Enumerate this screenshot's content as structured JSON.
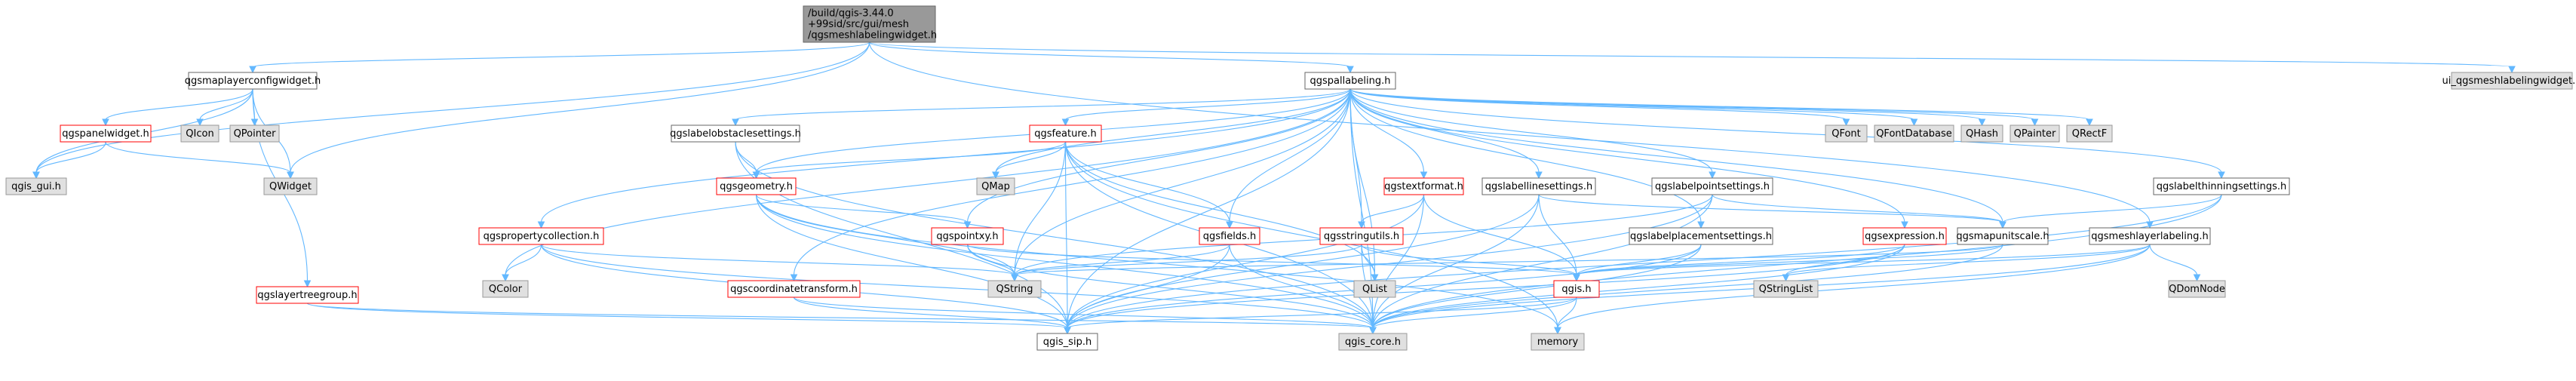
{
  "colors": {
    "root_fill": "#999999",
    "root_stroke": "#666666",
    "normal_fill": "#ffffff",
    "normal_stroke": "#666666",
    "red_stroke": "#ff0000",
    "grey_fill": "#e0e0e0",
    "grey_stroke": "#999999",
    "edge": "#63b8ff"
  },
  "nodes": {
    "root": {
      "lines": [
        "/build/qgis-3.44.0",
        "+99sid/src/gui/mesh",
        "/qgsmeshlabelingwidget.h"
      ],
      "kind": "root"
    },
    "qgsmaplayerconfigwidget": {
      "lines": [
        "qgsmaplayerconfigwidget.h"
      ],
      "kind": "normal"
    },
    "qgspallabeling": {
      "lines": [
        "qgspallabeling.h"
      ],
      "kind": "normal"
    },
    "ui_qgsmeshlabelingwidget": {
      "lines": [
        "ui_qgsmeshlabelingwidget.h"
      ],
      "kind": "grey"
    },
    "qgspanelwidget": {
      "lines": [
        "qgspanelwidget.h"
      ],
      "kind": "red"
    },
    "qicon": {
      "lines": [
        "QIcon"
      ],
      "kind": "grey"
    },
    "qpointer": {
      "lines": [
        "QPointer"
      ],
      "kind": "grey"
    },
    "qgis_gui": {
      "lines": [
        "qgis_gui.h"
      ],
      "kind": "grey"
    },
    "qwidget": {
      "lines": [
        "QWidget"
      ],
      "kind": "grey"
    },
    "qgslayertreegroup": {
      "lines": [
        "qgslayertreegroup.h"
      ],
      "kind": "red"
    },
    "qgspropertycollection": {
      "lines": [
        "qgspropertycollection.h"
      ],
      "kind": "red"
    },
    "qcolor": {
      "lines": [
        "QColor"
      ],
      "kind": "grey"
    },
    "qgslabelobstaclesettings": {
      "lines": [
        "qgslabelobstaclesettings.h"
      ],
      "kind": "normal"
    },
    "qgsgeometry": {
      "lines": [
        "qgsgeometry.h"
      ],
      "kind": "red"
    },
    "qgsfeature": {
      "lines": [
        "qgsfeature.h"
      ],
      "kind": "red"
    },
    "qmap": {
      "lines": [
        "QMap"
      ],
      "kind": "grey"
    },
    "qgspointxy": {
      "lines": [
        "qgspointxy.h"
      ],
      "kind": "red"
    },
    "qgscoordinatetransform": {
      "lines": [
        "qgscoordinatetransform.h"
      ],
      "kind": "red"
    },
    "qgsfields": {
      "lines": [
        "qgsfields.h"
      ],
      "kind": "red"
    },
    "qgstextformat": {
      "lines": [
        "qgstextformat.h"
      ],
      "kind": "red"
    },
    "qgsstringutils": {
      "lines": [
        "qgsstringutils.h"
      ],
      "kind": "red"
    },
    "qgslabellinesettings": {
      "lines": [
        "qgslabellinesettings.h"
      ],
      "kind": "normal"
    },
    "qgslabelplacementsettings": {
      "lines": [
        "qgslabelplacementsettings.h"
      ],
      "kind": "normal"
    },
    "qgslabelpointsettings": {
      "lines": [
        "qgslabelpointsettings.h"
      ],
      "kind": "normal"
    },
    "qgsexpression": {
      "lines": [
        "qgsexpression.h"
      ],
      "kind": "red"
    },
    "qgsmapunitscale": {
      "lines": [
        "qgsmapunitscale.h"
      ],
      "kind": "normal"
    },
    "qgslabelthinningsettings": {
      "lines": [
        "qgslabelthinningsettings.h"
      ],
      "kind": "normal"
    },
    "qgsmeshlayerlabeling": {
      "lines": [
        "qgsmeshlayerlabeling.h"
      ],
      "kind": "normal"
    },
    "qfont": {
      "lines": [
        "QFont"
      ],
      "kind": "grey"
    },
    "qfontdatabase": {
      "lines": [
        "QFontDatabase"
      ],
      "kind": "grey"
    },
    "qhash": {
      "lines": [
        "QHash"
      ],
      "kind": "grey"
    },
    "qpainter": {
      "lines": [
        "QPainter"
      ],
      "kind": "grey"
    },
    "qrectf": {
      "lines": [
        "QRectF"
      ],
      "kind": "grey"
    },
    "qdomnode": {
      "lines": [
        "QDomNode"
      ],
      "kind": "grey"
    },
    "qstring": {
      "lines": [
        "QString"
      ],
      "kind": "grey"
    },
    "qlist": {
      "lines": [
        "QList"
      ],
      "kind": "grey"
    },
    "qgis_h": {
      "lines": [
        "qgis.h"
      ],
      "kind": "red"
    },
    "qstringlist": {
      "lines": [
        "QStringList"
      ],
      "kind": "grey"
    },
    "qgis_sip": {
      "lines": [
        "qgis_sip.h"
      ],
      "kind": "normal"
    },
    "qgis_core": {
      "lines": [
        "qgis_core.h"
      ],
      "kind": "grey"
    },
    "memory": {
      "lines": [
        "memory"
      ],
      "kind": "grey"
    }
  },
  "edges": [
    [
      "root",
      "qgsmaplayerconfigwidget"
    ],
    [
      "root",
      "qgis_gui"
    ],
    [
      "root",
      "qwidget"
    ],
    [
      "root",
      "qgspallabeling"
    ],
    [
      "root",
      "ui_qgsmeshlabelingwidget"
    ],
    [
      "root",
      "qgsmeshlayerlabeling"
    ],
    [
      "qgsmaplayerconfigwidget",
      "qgspanelwidget"
    ],
    [
      "qgsmaplayerconfigwidget",
      "qicon"
    ],
    [
      "qgsmaplayerconfigwidget",
      "qpointer"
    ],
    [
      "qgsmaplayerconfigwidget",
      "qgis_gui"
    ],
    [
      "qgsmaplayerconfigwidget",
      "qwidget"
    ],
    [
      "qgsmaplayerconfigwidget",
      "qgslayertreegroup"
    ],
    [
      "qgspanelwidget",
      "qgis_gui"
    ],
    [
      "qgspanelwidget",
      "qwidget"
    ],
    [
      "qgslayertreegroup",
      "qgis_sip"
    ],
    [
      "qgslayertreegroup",
      "qgis_core"
    ],
    [
      "qgspallabeling",
      "qgis_sip"
    ],
    [
      "qgspallabeling",
      "qgis_core"
    ],
    [
      "qgspallabeling",
      "qcolor"
    ],
    [
      "qgspallabeling",
      "qgspropertycollection"
    ],
    [
      "qgspallabeling",
      "qgslabelobstaclesettings"
    ],
    [
      "qgspallabeling",
      "qgsgeometry"
    ],
    [
      "qgspallabeling",
      "qgsfeature"
    ],
    [
      "qgspallabeling",
      "qmap"
    ],
    [
      "qgspallabeling",
      "qgspointxy"
    ],
    [
      "qgspallabeling",
      "qgscoordinatetransform"
    ],
    [
      "qgspallabeling",
      "qgsfields"
    ],
    [
      "qgspallabeling",
      "qstring"
    ],
    [
      "qgspallabeling",
      "qgstextformat"
    ],
    [
      "qgspallabeling",
      "qgsstringutils"
    ],
    [
      "qgspallabeling",
      "qlist"
    ],
    [
      "qgspallabeling",
      "qgslabellinesettings"
    ],
    [
      "qgspallabeling",
      "qgslabelplacementsettings"
    ],
    [
      "qgspallabeling",
      "qgslabelpointsettings"
    ],
    [
      "qgspallabeling",
      "qgsexpression"
    ],
    [
      "qgspallabeling",
      "qgsmapunitscale"
    ],
    [
      "qgspallabeling",
      "qgslabelthinningsettings"
    ],
    [
      "qgspallabeling",
      "qfont"
    ],
    [
      "qgspallabeling",
      "qfontdatabase"
    ],
    [
      "qgspallabeling",
      "qhash"
    ],
    [
      "qgspallabeling",
      "qpainter"
    ],
    [
      "qgspallabeling",
      "qrectf"
    ],
    [
      "qgspropertycollection",
      "qcolor"
    ],
    [
      "qgspropertycollection",
      "qgis_sip"
    ],
    [
      "qgspropertycollection",
      "qgis_core"
    ],
    [
      "qgspropertycollection",
      "qstring"
    ],
    [
      "qgslabelobstaclesettings",
      "qgsgeometry"
    ],
    [
      "qgslabelobstaclesettings",
      "qgis_sip"
    ],
    [
      "qgslabelobstaclesettings",
      "qgis_core"
    ],
    [
      "qgsfeature",
      "qgsgeometry"
    ],
    [
      "qgsfeature",
      "qmap"
    ],
    [
      "qgsfeature",
      "qgsfields"
    ],
    [
      "qgsfeature",
      "qstring"
    ],
    [
      "qgsfeature",
      "qlist"
    ],
    [
      "qgsfeature",
      "qgis_sip"
    ],
    [
      "qgsfeature",
      "qgis_core"
    ],
    [
      "qgsfeature",
      "memory"
    ],
    [
      "qgsgeometry",
      "qgspointxy"
    ],
    [
      "qgsgeometry",
      "qgis_sip"
    ],
    [
      "qgsgeometry",
      "qgis_core"
    ],
    [
      "qgsgeometry",
      "qstring"
    ],
    [
      "qgsgeometry",
      "memory"
    ],
    [
      "qgspointxy",
      "qgis_core"
    ],
    [
      "qgspointxy",
      "qgis_h"
    ],
    [
      "qgspointxy",
      "qstring"
    ],
    [
      "qgscoordinatetransform",
      "qgis_sip"
    ],
    [
      "qgscoordinatetransform",
      "qgis_core"
    ],
    [
      "qgsfields",
      "qgis_sip"
    ],
    [
      "qgsfields",
      "qgis_core"
    ],
    [
      "qgsfields",
      "qstring"
    ],
    [
      "qgstextformat",
      "qgsstringutils"
    ],
    [
      "qgstextformat",
      "qgis_sip"
    ],
    [
      "qgstextformat",
      "qgis_core"
    ],
    [
      "qgstextformat",
      "qgis_h"
    ],
    [
      "qgsstringutils",
      "qstring"
    ],
    [
      "qgsstringutils",
      "qlist"
    ],
    [
      "qgsstringutils",
      "qgis_core"
    ],
    [
      "qgsstringutils",
      "qgis_h"
    ],
    [
      "qgslabellinesettings",
      "qgis_sip"
    ],
    [
      "qgslabellinesettings",
      "qgis_core"
    ],
    [
      "qgslabellinesettings",
      "qgsmapunitscale"
    ],
    [
      "qgslabellinesettings",
      "qgis_h"
    ],
    [
      "qgslabelplacementsettings",
      "qgis_sip"
    ],
    [
      "qgslabelplacementsettings",
      "qgis_core"
    ],
    [
      "qgslabelplacementsettings",
      "qgis_h"
    ],
    [
      "qgslabelpointsettings",
      "qstring"
    ],
    [
      "qgslabelpointsettings",
      "qgis_core"
    ],
    [
      "qgslabelpointsettings",
      "qgis_sip"
    ],
    [
      "qgslabelpointsettings",
      "qgsmapunitscale"
    ],
    [
      "qgsexpression",
      "qgis_h"
    ],
    [
      "qgsexpression",
      "qstringlist"
    ],
    [
      "qgsexpression",
      "qgis_core"
    ],
    [
      "qgsexpression",
      "qgis_sip"
    ],
    [
      "qgsmapunitscale",
      "qgis_core"
    ],
    [
      "qgsmapunitscale",
      "qgis_h"
    ],
    [
      "qgsmapunitscale",
      "qstring"
    ],
    [
      "qgslabelthinningsettings",
      "qgsmapunitscale"
    ],
    [
      "qgslabelthinningsettings",
      "qgis_core"
    ],
    [
      "qgslabelthinningsettings",
      "qgis_sip"
    ],
    [
      "qgsmeshlayerlabeling",
      "qgis_h"
    ],
    [
      "qgsmeshlayerlabeling",
      "qgis_core"
    ],
    [
      "qgsmeshlayerlabeling",
      "qdomnode"
    ],
    [
      "qgsmeshlayerlabeling",
      "qstringlist"
    ],
    [
      "qgsmeshlayerlabeling",
      "memory"
    ],
    [
      "qgis_h",
      "qgis_sip"
    ],
    [
      "qgis_h",
      "qgis_core"
    ],
    [
      "qgis_h",
      "memory"
    ]
  ]
}
